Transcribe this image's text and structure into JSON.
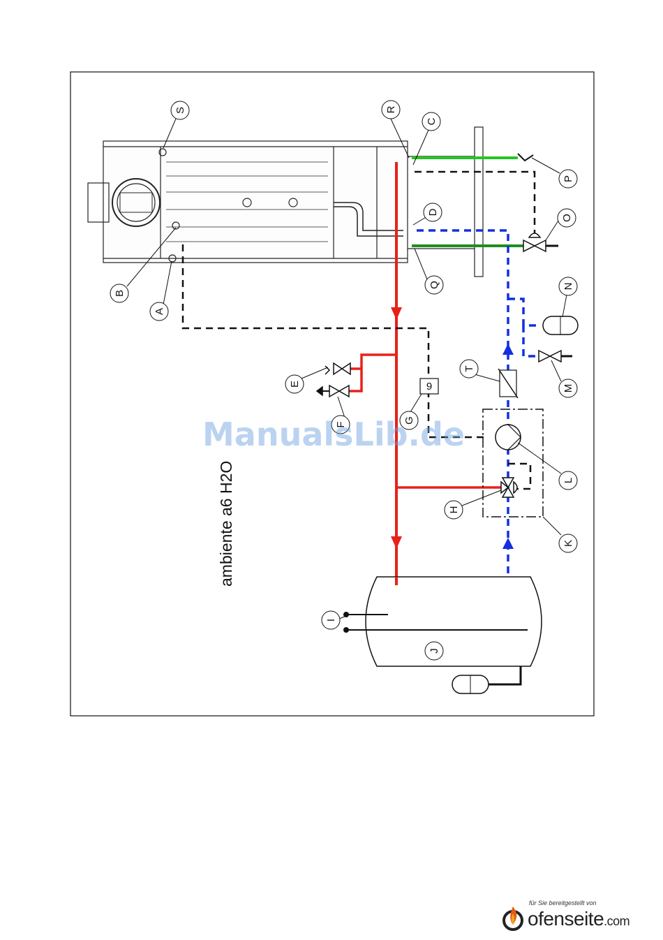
{
  "diagram": {
    "title": "ambiente a6 H2O",
    "watermark": "ManualsLib.de",
    "labels": [
      "S",
      "R",
      "C",
      "P",
      "O",
      "D",
      "Q",
      "B",
      "A",
      "N",
      "T",
      "M",
      "E",
      "F",
      "G",
      "L",
      "H",
      "K",
      "I",
      "J"
    ],
    "sensor_label": "9",
    "colors": {
      "hot_flow": "#e8201a",
      "cold_return": "#1230e0",
      "cooling_in": "#27c424",
      "cooling_out": "#1e8e22",
      "signal": "#111111"
    }
  },
  "footer": {
    "tagline": "für Sie bereitgestellt von",
    "brand": "ofenseite",
    "domain": ".com"
  }
}
